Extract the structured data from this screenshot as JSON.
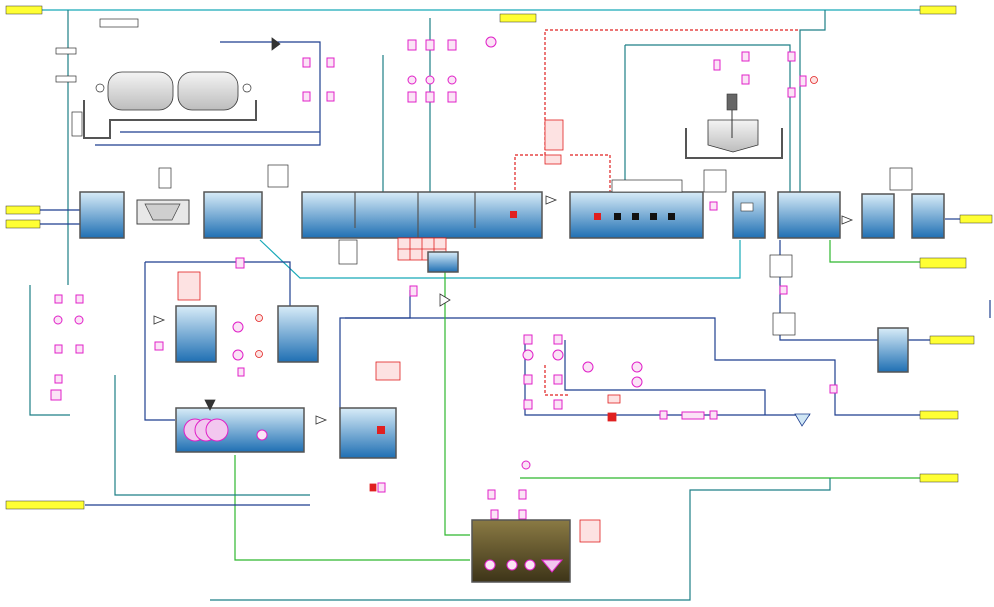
{
  "diagram": {
    "kind": "process-flow-diagram",
    "colors": {
      "background": "#ffffff",
      "pipe_blue": "#1f3f8f",
      "pipe_cyan": "#18a9b8",
      "pipe_teal": "#1d7f86",
      "pipe_green": "#2eb82e",
      "pipe_red": "#e02020",
      "instrument_magenta": "#e020c8",
      "tank_water_top": "#cfe6f5",
      "tank_water_bottom": "#1f6fb3",
      "equipment_grey": "#6b6b6b",
      "label_fill": "#ffff33",
      "sludge_fill": "#6b5a2e"
    },
    "icons": [
      "valve-icon",
      "pump-icon",
      "gauge-icon",
      "mixer-icon",
      "flow-arrow-icon"
    ],
    "components": [
      "top-left-storage-tanks",
      "main-equalization-basin",
      "dosing-station-top",
      "coagulation-flocculation-tanks",
      "clarifier-series",
      "sludge-tank-bottom",
      "secondary-tanks-left",
      "outlet-labels-right",
      "inlet-labels-left"
    ],
    "labels": {
      "left_inlets": [
        "",
        "",
        ""
      ],
      "right_outlets": [
        "",
        "",
        "",
        "",
        "",
        ""
      ],
      "top_center": "",
      "main_basin_caption": ""
    }
  }
}
